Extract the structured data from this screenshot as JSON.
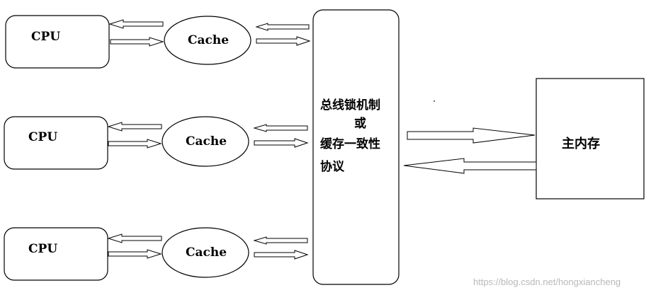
{
  "cpus": [
    {
      "label": "CPU"
    },
    {
      "label": "CPU"
    },
    {
      "label": "CPU"
    }
  ],
  "caches": [
    {
      "label": "Cache"
    },
    {
      "label": "Cache"
    },
    {
      "label": "Cache"
    }
  ],
  "bus": {
    "line1": "总线锁机制",
    "line2": "或",
    "line3": "缓存一致性",
    "line4": "协议"
  },
  "memory": {
    "label": "主内存"
  },
  "watermark": "https://blog.csdn.net/hongxiancheng"
}
